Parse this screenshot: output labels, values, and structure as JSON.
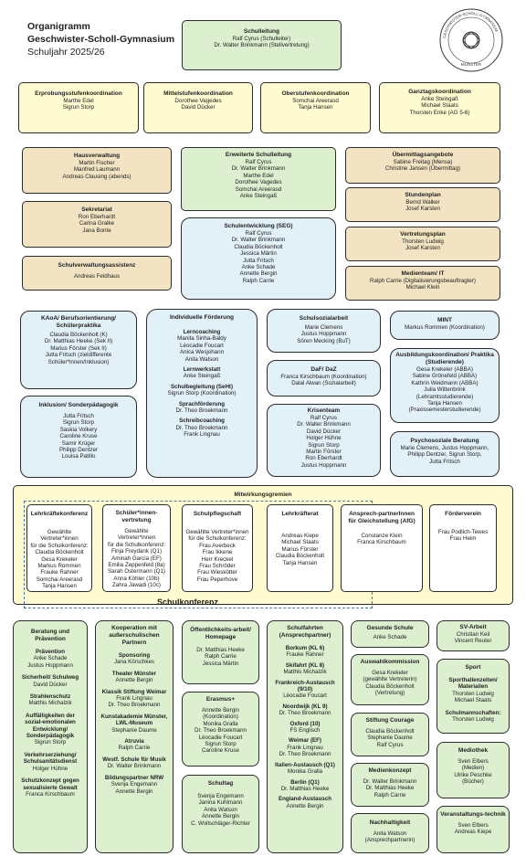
{
  "header": {
    "title": "Organigramm",
    "school": "Geschwister-Scholl-Gymnasium",
    "year": "Schuljahr 2025/26"
  },
  "seal": {
    "top_text": "GESCHWISTER-SCHOLL-GYMNASIUM",
    "bottom_text": "MÜNSTER"
  },
  "schulleitung": {
    "title": "Schulleitung",
    "lines": [
      "Ralf Cyrus (Schulleiter)",
      "Dr. Walter Brinkmann (Stellvertretung)"
    ]
  },
  "koord": [
    {
      "title": "Erprobungsstufenkoordination",
      "lines": [
        "Marthe Edel",
        "Sigrun Storp"
      ]
    },
    {
      "title": "Mittelstufenkoordination",
      "lines": [
        "Dorothee Vagedes",
        "David Dücker"
      ]
    },
    {
      "title": "Oberstufenkoordination",
      "lines": [
        "Somchai Areerasd",
        "Tanja Hansen"
      ]
    },
    {
      "title": "Ganztagskoordination",
      "lines": [
        "Anke Steingaß",
        "Michael Staats",
        "Thorsten Enke (AG 5-6)"
      ]
    }
  ],
  "left_admin": [
    {
      "title": "Hausverwaltung",
      "lines": [
        "Martin Fischer",
        "Manfred Laumann",
        "Andreas Clausing (abends)"
      ]
    },
    {
      "title": "Sekretariat",
      "lines": [
        "Ron Eberhardt",
        "Carina Gralke",
        "Jana Bonte"
      ]
    },
    {
      "title": "Schulverwaltungsassistenz",
      "lines": [
        "Andreas Feldhaus"
      ]
    }
  ],
  "erweiterte": {
    "title": "Erweiterte Schulleitung",
    "lines": [
      "Ralf Cyrus",
      "Dr. Walter Brinkmann",
      "Marthe Edel",
      "Dorothee Vagedes",
      "Somchai Areerasd",
      "Anke Steingaß"
    ]
  },
  "seg": {
    "title": "Schulentwicklung (SEG)",
    "lines": [
      "Ralf Cyrus",
      "Dr. Walter Brinkmann",
      "Claudia Böckenholt",
      "Jessica Märtin",
      "Jutta Fritsch",
      "Anke Schade",
      "Annette Bergin",
      "Ralph Carrie"
    ]
  },
  "right_admin": [
    {
      "title": "Übermittagsangebote",
      "lines": [
        "Sabine Freitag (Mensa)",
        "Christine Jansen (Übermittag)"
      ]
    },
    {
      "title": "Stundenplan",
      "lines": [
        "Bernd Walker",
        "Josef Karsten"
      ]
    },
    {
      "title": "Vertretungsplan",
      "lines": [
        "Thorsten Ludwig",
        "Josef Karsten"
      ]
    },
    {
      "title": "Medienteam/ IT",
      "lines": [
        "Ralph Carrie (Digitalisierungsbeauftragter)",
        "Michael Klein"
      ]
    }
  ],
  "kaoa": {
    "title": "KAoA/ Berufsorientierung/ Schülerpraktika",
    "lines": [
      "Claudia Böckenholt (K)",
      "Dr. Matthias Heeke (Sek II)",
      "Marius Förster (Sek II)",
      "Jutta Fritsch (zieldifferente Schüler*innen/Inklusion)"
    ]
  },
  "inklusion": {
    "title": "Inklusion/ Sonderpädagogik",
    "lines": [
      "Jutta Fritsch",
      "Sigrun Storp",
      "Saskia Volkery",
      "Caroline Kruse",
      "Samir Krüger",
      "Philipp Dentzer",
      "Louisa Patillo"
    ]
  },
  "foerderung": {
    "title": "Individuelle Förderung",
    "sections": [
      {
        "sub": "Lerncoaching",
        "lines": [
          "Manita Sinha-Baldy",
          "Léocadie Foucart",
          "Anica Wesjohann",
          "Anita Watson"
        ]
      },
      {
        "sub": "Lernwerkstatt",
        "lines": [
          "Anke Steingaß"
        ]
      },
      {
        "sub": "Schulbegleitung (SeHt)",
        "lines": [
          "Sigrun Storp (Koordination)"
        ]
      },
      {
        "sub": "Sprachförderung",
        "lines": [
          "Dr. Theo Broekmann"
        ]
      },
      {
        "sub": "Schreibcoaching",
        "lines": [
          "Dr. Theo Broekmann",
          "Frank Lingnau"
        ]
      }
    ]
  },
  "sozialarbeit": {
    "title": "Schulsozialarbeit",
    "lines": [
      "Marie Clemens",
      "Justus Hoppmann",
      "Sören Mecking (BuT)"
    ]
  },
  "daf": {
    "title": "DaF/ DaZ",
    "lines": [
      "Franca Kirschbaum (Koordination)",
      "Dalal Alwan (Sozialarbeit)"
    ]
  },
  "krisenteam": {
    "title": "Krisenteam",
    "lines": [
      "Ralf Cyrus",
      "Dr. Walter Brinkmann",
      "David Dücker",
      "Holger Hühne",
      "Sigrun Storp",
      "Martin Förster",
      "Ron Eberhardt",
      "Justus Hoppmann"
    ]
  },
  "mint": {
    "title": "MINT",
    "lines": [
      "Markus Rommen (Koordination)"
    ]
  },
  "ausbildung": {
    "title": "Ausbildungskoordination/ Praktika (Studierende)",
    "lines": [
      "Gesa Krekeler (ABBA)",
      "Sabine Grönefeld (ABBA)",
      "Kathrin Weidmann (ABBA)",
      "Julia Wittenbrink",
      "(Lehramtsstudierende)",
      "Tanja Hansen",
      "(Praxissemesterstudierende)"
    ]
  },
  "psycho": {
    "title": "Psychosoziale Beratung",
    "lines": [
      "Marie Clemens, Justus Hoppmann,",
      "Philipp Dentzer, Sigrun Storp,",
      "Jutta Fritsch"
    ]
  },
  "mitwirkung": {
    "title": "Mitwirkungsgremien",
    "schulkonferenz": "Schulkonferenz",
    "boxes": [
      {
        "title": "Lehrkräftekonferenz",
        "lines": [
          "Gewählte Vertreter*innen",
          "für die Schulkonferenz:",
          "Claudia Böckenholt",
          "Gesa Krekeler",
          "Markus Rommen",
          "Frauke Rahner",
          "Somchai Areerasd",
          "Tanja Hansen"
        ]
      },
      {
        "title": "Schüler*innen-vertretung",
        "lines": [
          "Gewählte Vertreter*innen",
          "für die Schulkonferenz:",
          "Finja Freydank (Q1)",
          "Aminah Garcia (EF)",
          "Emilia Zeppenfeld (8a)",
          "Sarah Ostermann (Q1)",
          "Anna Köhler (10b)",
          "Zahra Jawadi (10c)"
        ]
      },
      {
        "title": "Schulpflegschaft",
        "lines": [
          "Gewählte Vertreter*innen",
          "für die Schulkonferenz:",
          "Frau Averbeck",
          "Frau Ikkene",
          "Herr Kreckel",
          "Frau Schröder",
          "Frau Wieskötter",
          "Frau Peperhove"
        ]
      },
      {
        "title": "Lehrkräfterat",
        "lines": [
          "Andreas Kiepe",
          "Michael Staats",
          "Marius Förster",
          "Claudia Böckenholt",
          "Tanja Hansen"
        ]
      },
      {
        "title": "Ansprech-partnerInnen für Gleichstellung (AfG)",
        "lines": [
          "Constanze Klein",
          "Franca Kirschbaum"
        ]
      },
      {
        "title": "Förderverein",
        "lines": [
          "Frau Podlich-Tewes",
          "Frau Heim"
        ]
      }
    ]
  },
  "beratung": {
    "title": "Beratung und Prävention",
    "sections": [
      {
        "sub": "Prävention",
        "lines": [
          "Anke Schade",
          "Justus Hoppmann"
        ]
      },
      {
        "sub": "Sicherheit/ Schulweg",
        "lines": [
          "David Dücker"
        ]
      },
      {
        "sub": "Strahlenschutz",
        "lines": [
          "Matthis Michalzik"
        ]
      },
      {
        "sub": "Auffälligkeiten der sozial-emotionalen Entwicklung/ Sonderpädagogik",
        "lines": [
          "Sigrun Storp"
        ]
      },
      {
        "sub": "Verkehrserziehung/ Schulsanitätsdienst",
        "lines": [
          "Holger Hühne"
        ]
      },
      {
        "sub": "Schutzkonzept gegen sexualisierte Gewalt",
        "lines": [
          "Franca Kirschbaum"
        ]
      }
    ]
  },
  "kooperation": {
    "title": "Kooperation mit außerschulischen Partnern",
    "sections": [
      {
        "sub": "Sponsoring",
        "lines": [
          "Jana Körschkes"
        ]
      },
      {
        "sub": "Theater Münster",
        "lines": [
          "Annette Bergin"
        ]
      },
      {
        "sub": "Klassik Stiftung Weimar",
        "lines": [
          "Frank Lingnau",
          "Dr. Theo Broekmann"
        ]
      },
      {
        "sub": "Kunstakademie Münster, LWL-Museum",
        "lines": [
          "Stephanie Daume"
        ]
      },
      {
        "sub": "Atruvia",
        "lines": [
          "Ralph Carrie"
        ]
      },
      {
        "sub": "Westf. Schule für Musik",
        "lines": [
          "Dr. Walter Brinkmann"
        ]
      },
      {
        "sub": "Bildungspartner NRW",
        "lines": [
          "Svenja Engemann",
          "Annette Bergin"
        ]
      }
    ]
  },
  "oeffentlichkeit": {
    "title": "Öffentlichkeits-arbeit/ Homepage",
    "lines": [
      "Dr. Matthias Heeke",
      "Ralph Carrie",
      "Jessica Märtin"
    ]
  },
  "erasmus": {
    "title": "Erasmus+",
    "lines": [
      "Annette Bergin",
      "(Koordination)",
      "Monika Gralla",
      "Dr. Theo Broekmann",
      "Léocadie Foucart",
      "Sigrun Storp",
      "Caroline Kruse"
    ]
  },
  "schultag": {
    "title": "Schultag",
    "lines": [
      "Svenja Engemann",
      "Janina Kuhlmann",
      "Anita Watson",
      "Annette Bergin",
      "C. Wollschläger-Richter"
    ]
  },
  "fahrten": {
    "title": "Schulfahrten (Ansprechpartner)",
    "sections": [
      {
        "sub": "Borkum (KL 6)",
        "lines": [
          "Frauke Rahner"
        ]
      },
      {
        "sub": "Skifahrt (KL 8)",
        "lines": [
          "Matthis Michalzik"
        ]
      },
      {
        "sub": "Frankreich-Austausch (9/10)",
        "lines": [
          "Léocadie Foucart"
        ]
      },
      {
        "sub": "Noordwijk (KL 9)",
        "lines": [
          "Dr. Theo Broekmann"
        ]
      },
      {
        "sub": "Oxford (10)",
        "lines": [
          "FS Englisch"
        ]
      },
      {
        "sub": "Weimar (EF)",
        "lines": [
          "Frank Lingnau",
          "Dr. Theo Broekmann"
        ]
      },
      {
        "sub": "Italien-Austausch (Q1)",
        "lines": [
          "Monika Gralla"
        ]
      },
      {
        "sub": "Berlin (Q1)",
        "lines": [
          "Dr. Matthias Heeke"
        ]
      },
      {
        "sub": "England-Austausch",
        "lines": [
          "Annette Bergin"
        ]
      }
    ]
  },
  "gesund": {
    "title": "Gesunde Schule",
    "lines": [
      "Anke Schade"
    ]
  },
  "auswahl": {
    "title": "Auswahlkommission",
    "lines": [
      "Gesa Krekeler",
      "(gewählte Vertreterin)",
      "Claudia Böckenholt",
      "(Vertretung)"
    ]
  },
  "stiftung": {
    "title": "Stiftung Courage",
    "lines": [
      "Claudia Böckenholt",
      "Stephanie Daume",
      "Ralf Cyrus"
    ]
  },
  "medienkonzept": {
    "title": "Medienkonzept",
    "lines": [
      "Dr. Walter Brinkmann",
      "Dr. Matthias Heeke",
      "Ralph Carrie"
    ]
  },
  "nachhaltigkeit": {
    "title": "Nachhaltigkeit",
    "lines": [
      "Anita Watson",
      "(Ansprechpartnerin)"
    ]
  },
  "sv": {
    "title": "SV-Arbeit",
    "lines": [
      "Christian Keil",
      "Vincent Reuter"
    ]
  },
  "sport": {
    "title": "Sport",
    "sections": [
      {
        "sub": "Sporthallenzeiten/ Materialien",
        "lines": [
          "Thorsten Ludwig",
          "Michael Staats"
        ]
      },
      {
        "sub": "Schulmannschaften:",
        "lines": [
          "Thorsten Ludwig"
        ]
      }
    ]
  },
  "mediothek": {
    "title": "Mediothek",
    "lines": [
      "Sven Elbers",
      "(Medien)",
      "Ulrike Peschke",
      "(Bücher)"
    ]
  },
  "veranstaltung": {
    "title": "Veranstaltungs-technik",
    "lines": [
      "Sven Elbers",
      "Andreas Kiepe"
    ]
  },
  "colors": {
    "green": "#dcefcf",
    "tan": "#f2e4c2",
    "blue": "#e2f0f8",
    "yellow": "#fffbd1"
  }
}
